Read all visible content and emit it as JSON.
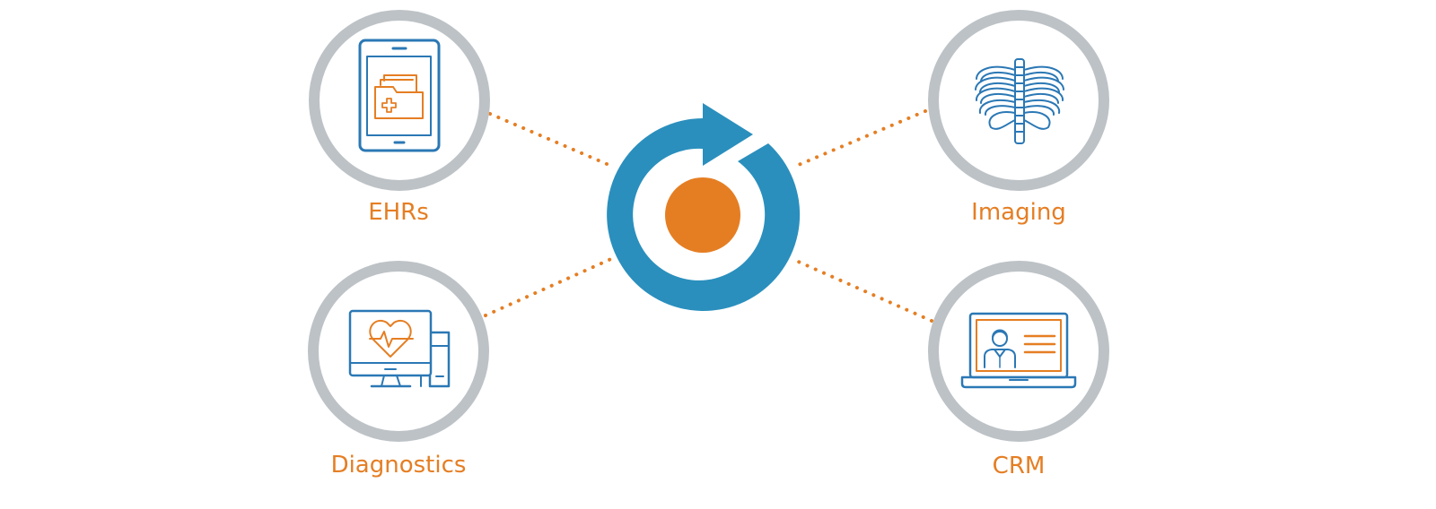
{
  "colors": {
    "orange": "#E57E23",
    "blue": "#2A8FBD",
    "icon_blue": "#2B78B5",
    "ring_gray": "#BDC2C6"
  },
  "hub": {
    "icon": "circular-arrow-cycle-icon"
  },
  "nodes": {
    "ehrs": {
      "label": "EHRs",
      "icon": "tablet-medical-folder-icon"
    },
    "diagnostics": {
      "label": "Diagnostics",
      "icon": "computer-heart-monitor-icon"
    },
    "imaging": {
      "label": "Imaging",
      "icon": "ribcage-xray-icon"
    },
    "crm": {
      "label": "CRM",
      "icon": "laptop-doctor-profile-icon"
    }
  }
}
